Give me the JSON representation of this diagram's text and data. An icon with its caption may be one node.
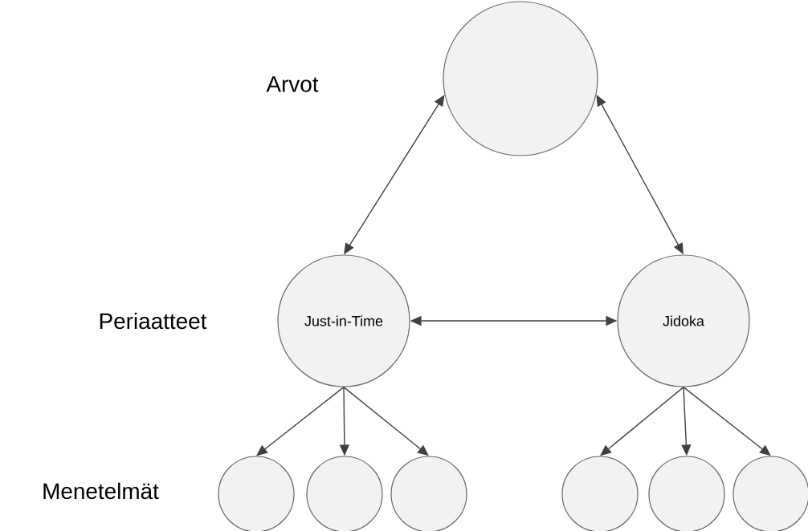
{
  "diagram": {
    "nodes": [
      {
        "text": [],
        "shape": "circle"
      },
      {
        "text": [
          "Just-in-Time"
        ]
      },
      {
        "text": [
          "Jidoka"
        ]
      },
      {
        "text": [],
        "shape": "circle"
      },
      {
        "text": [],
        "shape": "circle"
      },
      {
        "text": [],
        "shape": "circle"
      },
      {
        "text": [],
        "shape": "circle"
      },
      {
        "text": [],
        "shape": "circle"
      },
      {
        "text": [],
        "shape": "circle"
      }
    ],
    "edges": [
      {
        "from": 0,
        "to": 1,
        "arrow": "both"
      },
      {
        "from": 0,
        "to": 2,
        "arrow": "both"
      },
      {
        "from": 1,
        "to": 2,
        "arrow": "both"
      },
      {
        "from": 1,
        "to": 3,
        "arrow": "to"
      },
      {
        "from": 1,
        "to": 4,
        "arrow": "to"
      },
      {
        "from": 1,
        "to": 5,
        "arrow": "to"
      },
      {
        "from": 2,
        "to": 6,
        "arrow": "to"
      },
      {
        "from": 2,
        "to": 7,
        "arrow": "to"
      },
      {
        "from": 2,
        "to": 8,
        "arrow": "to"
      }
    ],
    "labels": [
      "Arvot",
      "Periaatteet",
      "Menetelmät"
    ]
  }
}
